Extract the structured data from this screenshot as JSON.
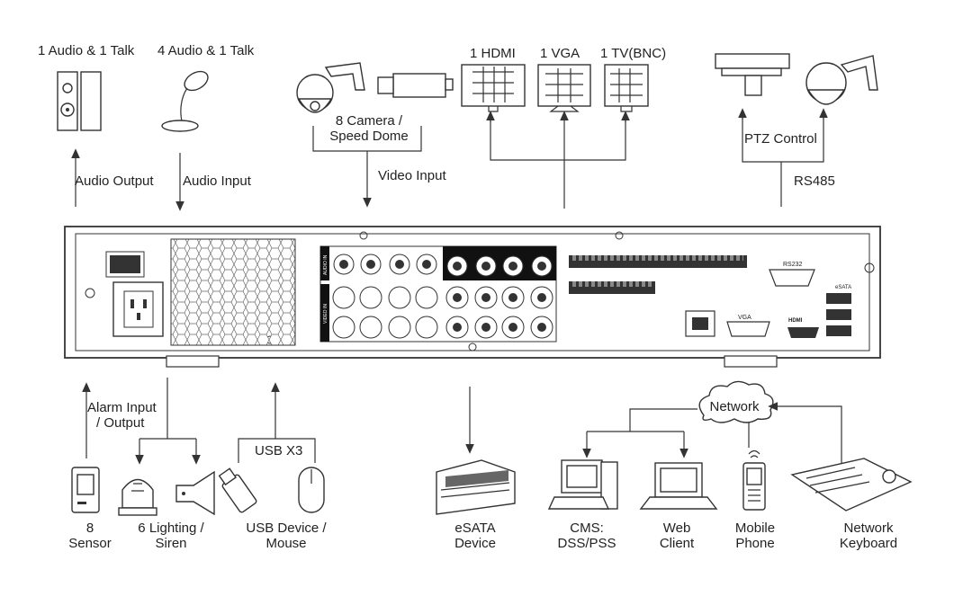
{
  "labels": {
    "audio_talk": "1 Audio  & 1 Talk",
    "audio4_talk": "4 Audio & 1 Talk",
    "audio_output": "Audio  Output",
    "audio_input": "Audio  Input",
    "camera": "8 Camera /",
    "speed_dome": "Speed Dome",
    "video_input": "Video Input",
    "hdmi": "1 HDMI",
    "vga": "1 VGA",
    "tv": "1 TV(BNC)",
    "ptz_control": "PTZ Control",
    "rs485": "RS485",
    "alarm_io_1": "Alarm Input",
    "alarm_io_2": "/ Output",
    "usb_x3": "USB X3",
    "sensor_1": "8",
    "sensor_2": "Sensor",
    "lighting_1": "6 Lighting /",
    "lighting_2": "Siren",
    "usbdev_1": "USB Device /",
    "usbdev_2": "Mouse",
    "esata_1": "eSATA",
    "esata_2": "Device",
    "cms_1": "CMS:",
    "cms_2": "DSS/PSS",
    "web_1": "Web",
    "web_2": "Client",
    "mobile_1": "Mobile",
    "mobile_2": "Phone",
    "netkb_1": "Network",
    "netkb_2": "Keyboard",
    "network": "Network"
  },
  "panel": {
    "rs232": "RS232",
    "vga_port": "VGA",
    "hdmi_port": "HDMI",
    "audio_in": "AUDIO IN",
    "video_in": "VIDEO IN",
    "esata_port": "eSATA"
  }
}
